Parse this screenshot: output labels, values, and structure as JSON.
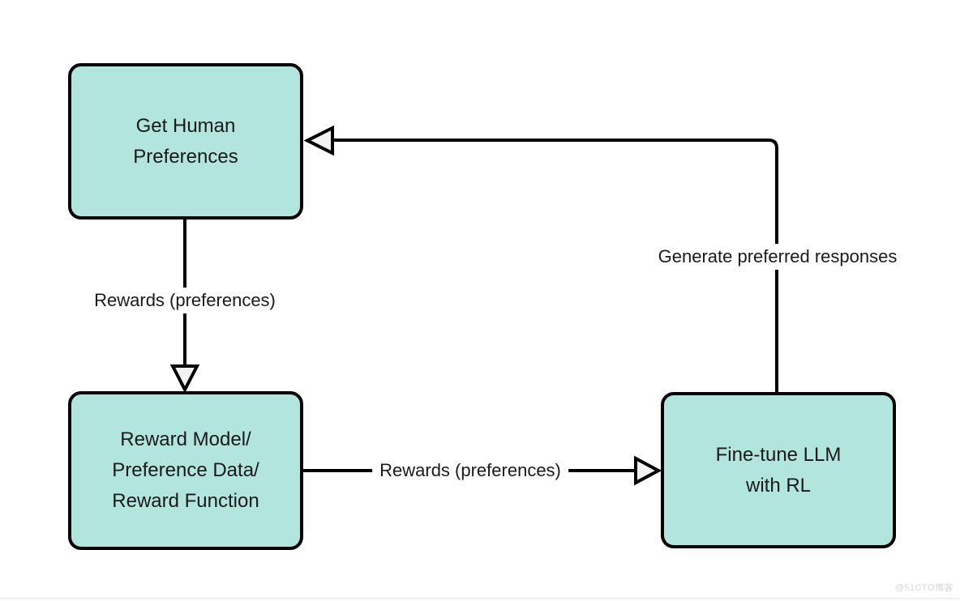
{
  "diagram": {
    "type": "flowchart",
    "nodes": [
      {
        "id": "get-human-preferences",
        "lines": [
          "Get Human",
          "Preferences"
        ]
      },
      {
        "id": "reward-model",
        "lines": [
          "Reward Model/",
          "Preference Data/",
          "Reward Function"
        ]
      },
      {
        "id": "fine-tune-llm",
        "lines": [
          "Fine-tune LLM",
          "with RL"
        ]
      }
    ],
    "edges": [
      {
        "from": "get-human-preferences",
        "to": "reward-model",
        "label": "Rewards (preferences)",
        "direction": "down"
      },
      {
        "from": "reward-model",
        "to": "fine-tune-llm",
        "label": "Rewards (preferences)",
        "direction": "right"
      },
      {
        "from": "fine-tune-llm",
        "to": "get-human-preferences",
        "label": "Generate preferred responses",
        "direction": "up-left"
      }
    ],
    "colors": {
      "node_fill": "#b2e5de",
      "node_border": "#000000",
      "arrow_stroke": "#000000",
      "arrowhead_fill": "#f2f2f2",
      "text": "#1a1a1a"
    }
  },
  "watermark": "@51CTO博客"
}
